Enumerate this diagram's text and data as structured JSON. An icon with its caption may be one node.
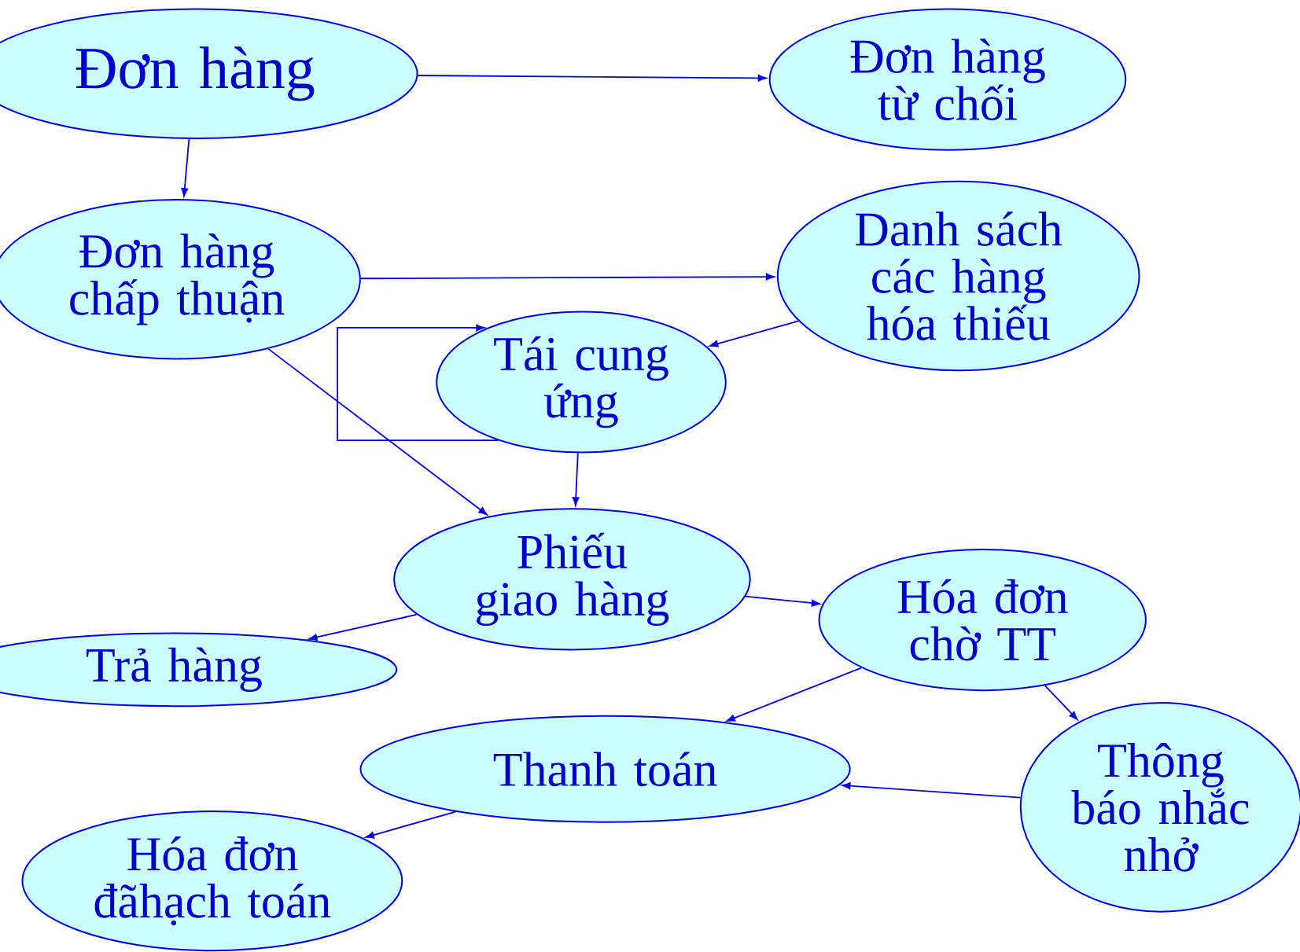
{
  "diagram": {
    "nodes": [
      {
        "text": [
          "Đơn hàng"
        ]
      },
      {
        "text": [
          "Đơn hàng từ chối"
        ]
      },
      {
        "text": [
          "Đơn hàng chấp thuận"
        ]
      },
      {
        "text": [
          "Danh sách các hàng hóa thiếu"
        ]
      },
      {
        "text": [
          "Tái cung ứng"
        ]
      },
      {
        "text": [
          "Phiếu giao hàng"
        ]
      },
      {
        "text": [
          "Trả hàng"
        ]
      },
      {
        "text": [
          "Hóa đơn chờ TT"
        ]
      },
      {
        "text": [
          "Thanh toán"
        ]
      },
      {
        "text": [
          "Thông báo nhắc nhở"
        ]
      },
      {
        "text": [
          "Hóa đơn đãhạch toán"
        ]
      }
    ],
    "edges": [
      {
        "from": 0,
        "to": 1,
        "arrow": "to"
      },
      {
        "from": 0,
        "to": 2,
        "arrow": "to"
      },
      {
        "from": 2,
        "to": 3,
        "arrow": "to"
      },
      {
        "from": 3,
        "to": 4,
        "arrow": "to"
      },
      {
        "from": 4,
        "to": 4,
        "arrow": "to"
      },
      {
        "from": 4,
        "to": 5,
        "arrow": "to"
      },
      {
        "from": 2,
        "to": 5,
        "arrow": "to"
      },
      {
        "from": 5,
        "to": 6,
        "arrow": "to"
      },
      {
        "from": 5,
        "to": 7,
        "arrow": "to"
      },
      {
        "from": 7,
        "to": 8,
        "arrow": "to"
      },
      {
        "from": 7,
        "to": 9,
        "arrow": "to"
      },
      {
        "from": 9,
        "to": 8,
        "arrow": "to"
      },
      {
        "from": 8,
        "to": 10,
        "arrow": "to"
      }
    ]
  }
}
